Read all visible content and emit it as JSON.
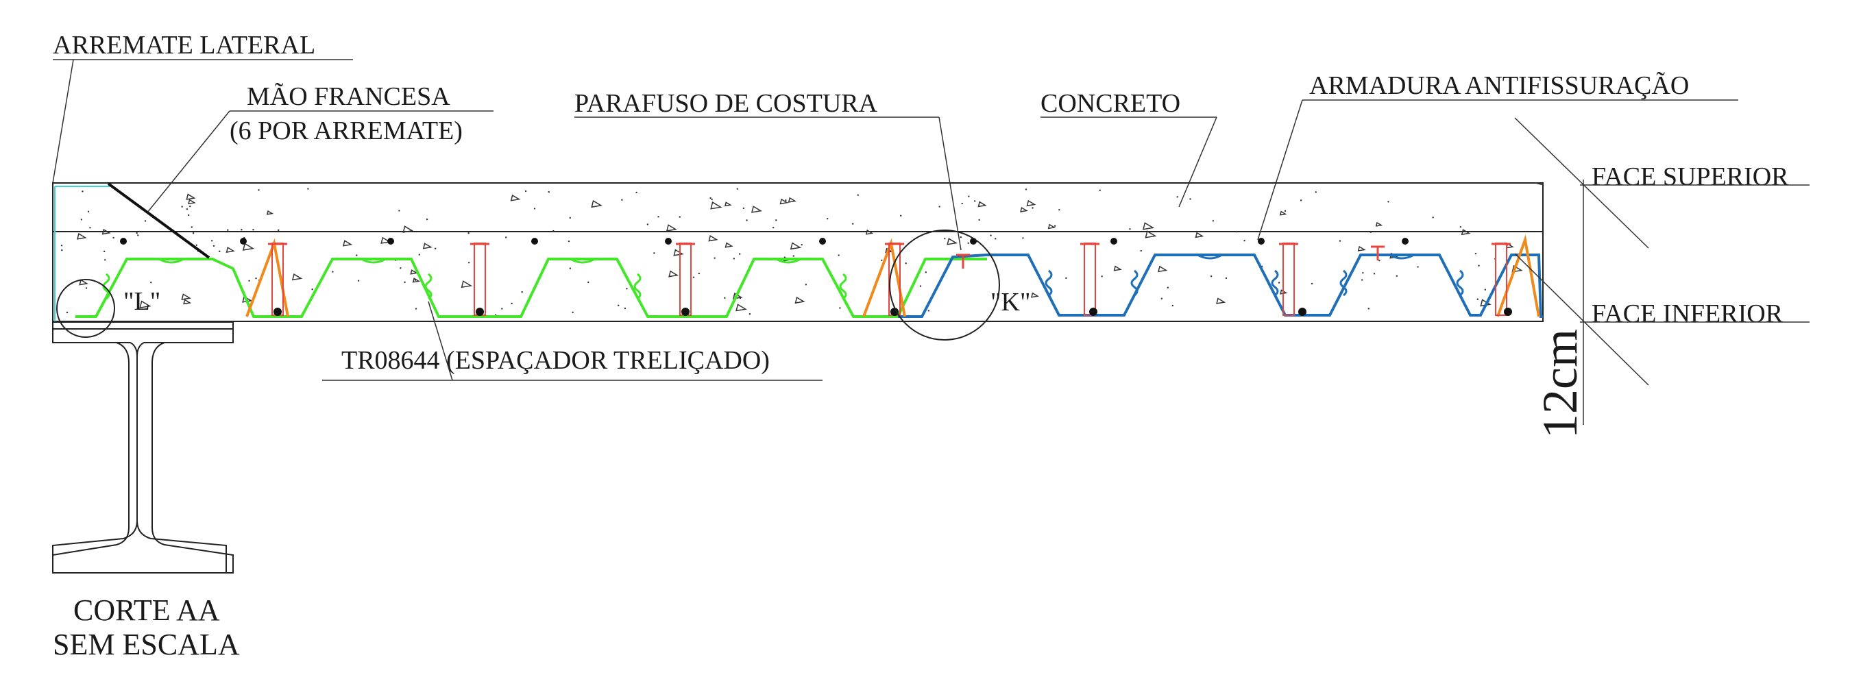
{
  "labels": {
    "arremate_lateral": "ARREMATE LATERAL",
    "mao_francesa_1": "MÃO FRANCESA",
    "mao_francesa_2": "(6 POR ARREMATE)",
    "parafuso": "PARAFUSO DE COSTURA",
    "concreto": "CONCRETO",
    "armadura": "ARMADURA ANTIFISSURAÇÃO",
    "face_superior": "FACE SUPERIOR",
    "face_inferior": "FACE INFERIOR",
    "espacador": "TR08644 (ESPAÇADOR TRELIÇADO)",
    "detail_l": "\"L\"",
    "detail_k": "\"K\"",
    "thickness": "12cm",
    "corte_1": "CORTE AA",
    "corte_2": "SEM ESCALA"
  },
  "colors": {
    "line": "#222222",
    "deck_green": "#44e62a",
    "deck_blue": "#1f6fb8",
    "truss_orange": "#f08a1c",
    "screw_red": "#e8453c",
    "edge_cyan": "#3fd0e0"
  },
  "icons": {
    "aggregate": "triangle-aggregate-icon",
    "rebar": "dot-rebar-icon"
  }
}
